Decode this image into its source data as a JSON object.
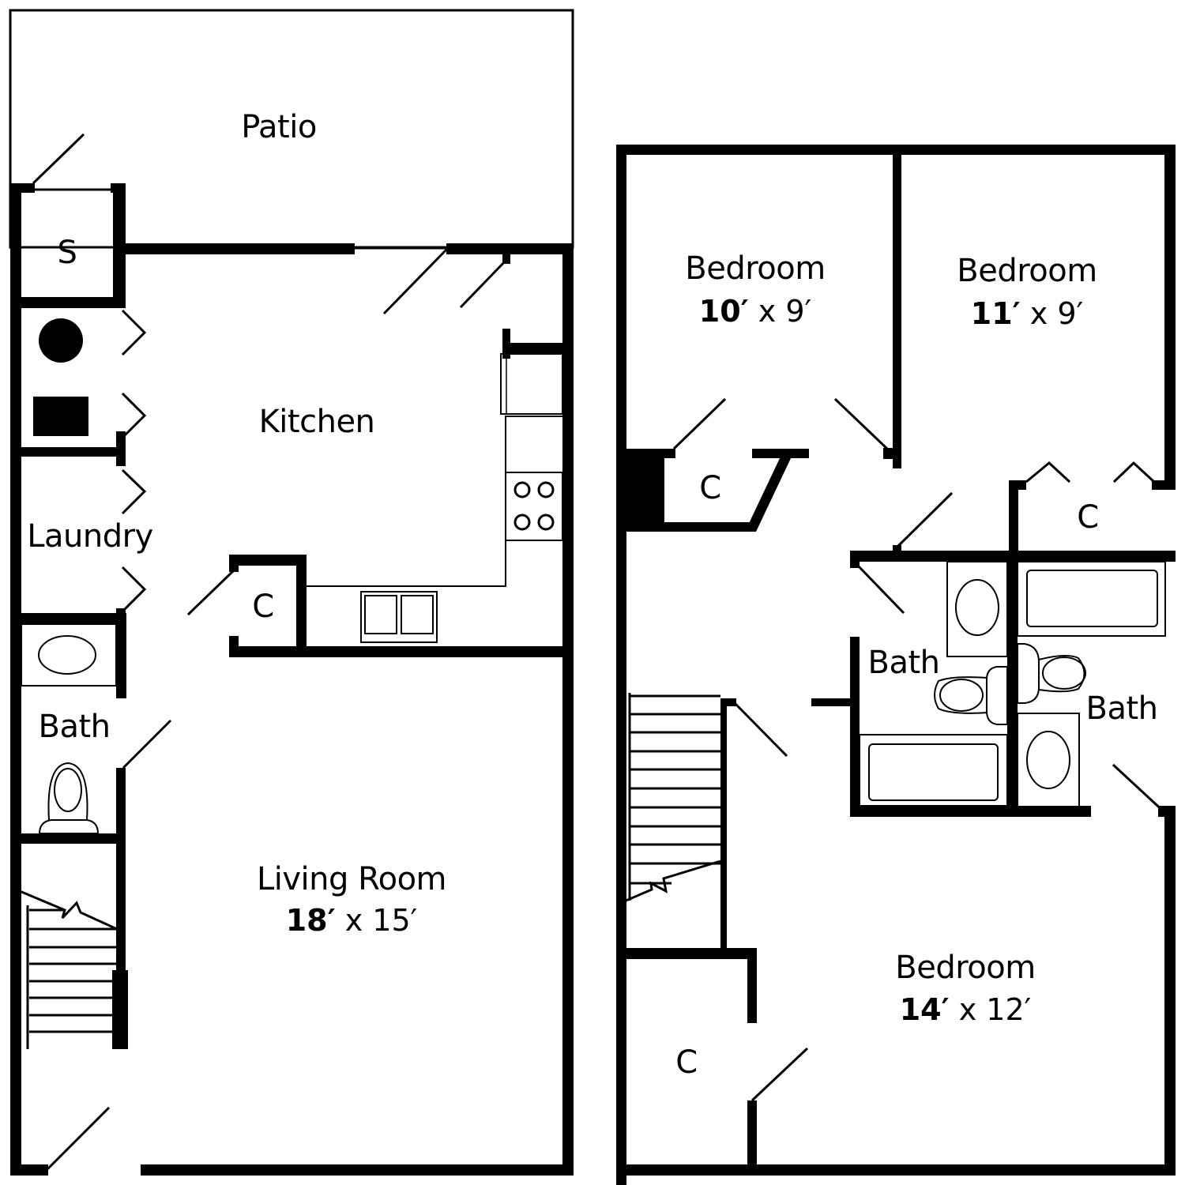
{
  "floor_plan": {
    "first_floor": {
      "rooms": [
        {
          "id": "patio",
          "name": "Patio",
          "dimensions": null
        },
        {
          "id": "storage",
          "name": "S",
          "dimensions": null
        },
        {
          "id": "kitchen",
          "name": "Kitchen",
          "dimensions": null
        },
        {
          "id": "laundry",
          "name": "Laundry",
          "dimensions": null
        },
        {
          "id": "kitchen_closet",
          "name": "C",
          "dimensions": null
        },
        {
          "id": "half_bath",
          "name": "Bath",
          "dimensions": null
        },
        {
          "id": "living_room",
          "name": "Living Room",
          "dimensions": {
            "width": "18′",
            "sep": "x",
            "length": "15′"
          }
        }
      ]
    },
    "second_floor": {
      "rooms": [
        {
          "id": "bedroom_2",
          "name": "Bedroom",
          "dimensions": {
            "width": "10′",
            "sep": "x",
            "length": "9′"
          }
        },
        {
          "id": "bedroom_3",
          "name": "Bedroom",
          "dimensions": {
            "width": "11′",
            "sep": "x",
            "length": "9′"
          }
        },
        {
          "id": "closet_bed2",
          "name": "C",
          "dimensions": null
        },
        {
          "id": "closet_bed3",
          "name": "C",
          "dimensions": null
        },
        {
          "id": "hall_bath",
          "name": "Bath",
          "dimensions": null
        },
        {
          "id": "master_bath",
          "name": "Bath",
          "dimensions": null
        },
        {
          "id": "master_bedroom",
          "name": "Bedroom",
          "dimensions": {
            "width": "14′",
            "sep": "x",
            "length": "12′"
          }
        },
        {
          "id": "closet_master",
          "name": "C",
          "dimensions": null
        }
      ]
    },
    "colors": {
      "wall": "#000000",
      "background": "#ffffff"
    }
  }
}
